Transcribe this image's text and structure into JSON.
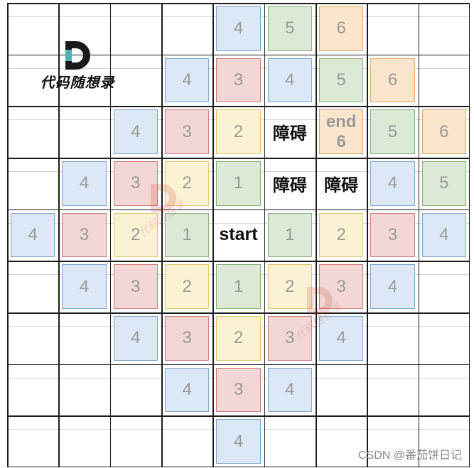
{
  "colors": {
    "1": {
      "fill": "#dbe9d6",
      "border": "#86b27a"
    },
    "2": {
      "fill": "#fbf1d3",
      "border": "#e3c66e"
    },
    "3": {
      "fill": "#f3d6d6",
      "border": "#d27c7c"
    },
    "4": {
      "fill": "#dce8f5",
      "border": "#7ea6d0"
    },
    "5": {
      "fill": "#dbe9d6",
      "border": "#86b27a"
    },
    "6": {
      "fill": "#fbe6cd",
      "border": "#e0a867"
    },
    "grid_line": "#1c1c1c",
    "text_muted": "#9a9a9a"
  },
  "grid": [
    [
      "",
      "",
      "",
      "",
      "4",
      "5",
      "6",
      "",
      ""
    ],
    [
      "",
      "",
      "",
      "4",
      "3",
      "4",
      "5",
      "6",
      ""
    ],
    [
      "",
      "",
      "4",
      "3",
      "2",
      "障碍",
      "end|6",
      "5",
      "6"
    ],
    [
      "",
      "4",
      "3",
      "2",
      "1",
      "障碍",
      "障碍",
      "4",
      "5"
    ],
    [
      "4",
      "3",
      "2",
      "1",
      "start",
      "1",
      "2",
      "3",
      "4"
    ],
    [
      "",
      "4",
      "3",
      "2",
      "1",
      "2",
      "3",
      "4",
      ""
    ],
    [
      "",
      "",
      "4",
      "3",
      "2",
      "3",
      "4",
      "",
      ""
    ],
    [
      "",
      "",
      "",
      "4",
      "3",
      "4",
      "",
      "",
      ""
    ],
    [
      "",
      "",
      "",
      "",
      "4",
      "",
      "",
      "",
      ""
    ]
  ],
  "logo": {
    "letter": "D",
    "text": "代码随想录"
  },
  "footer": "CSDN @番茄饼日记"
}
